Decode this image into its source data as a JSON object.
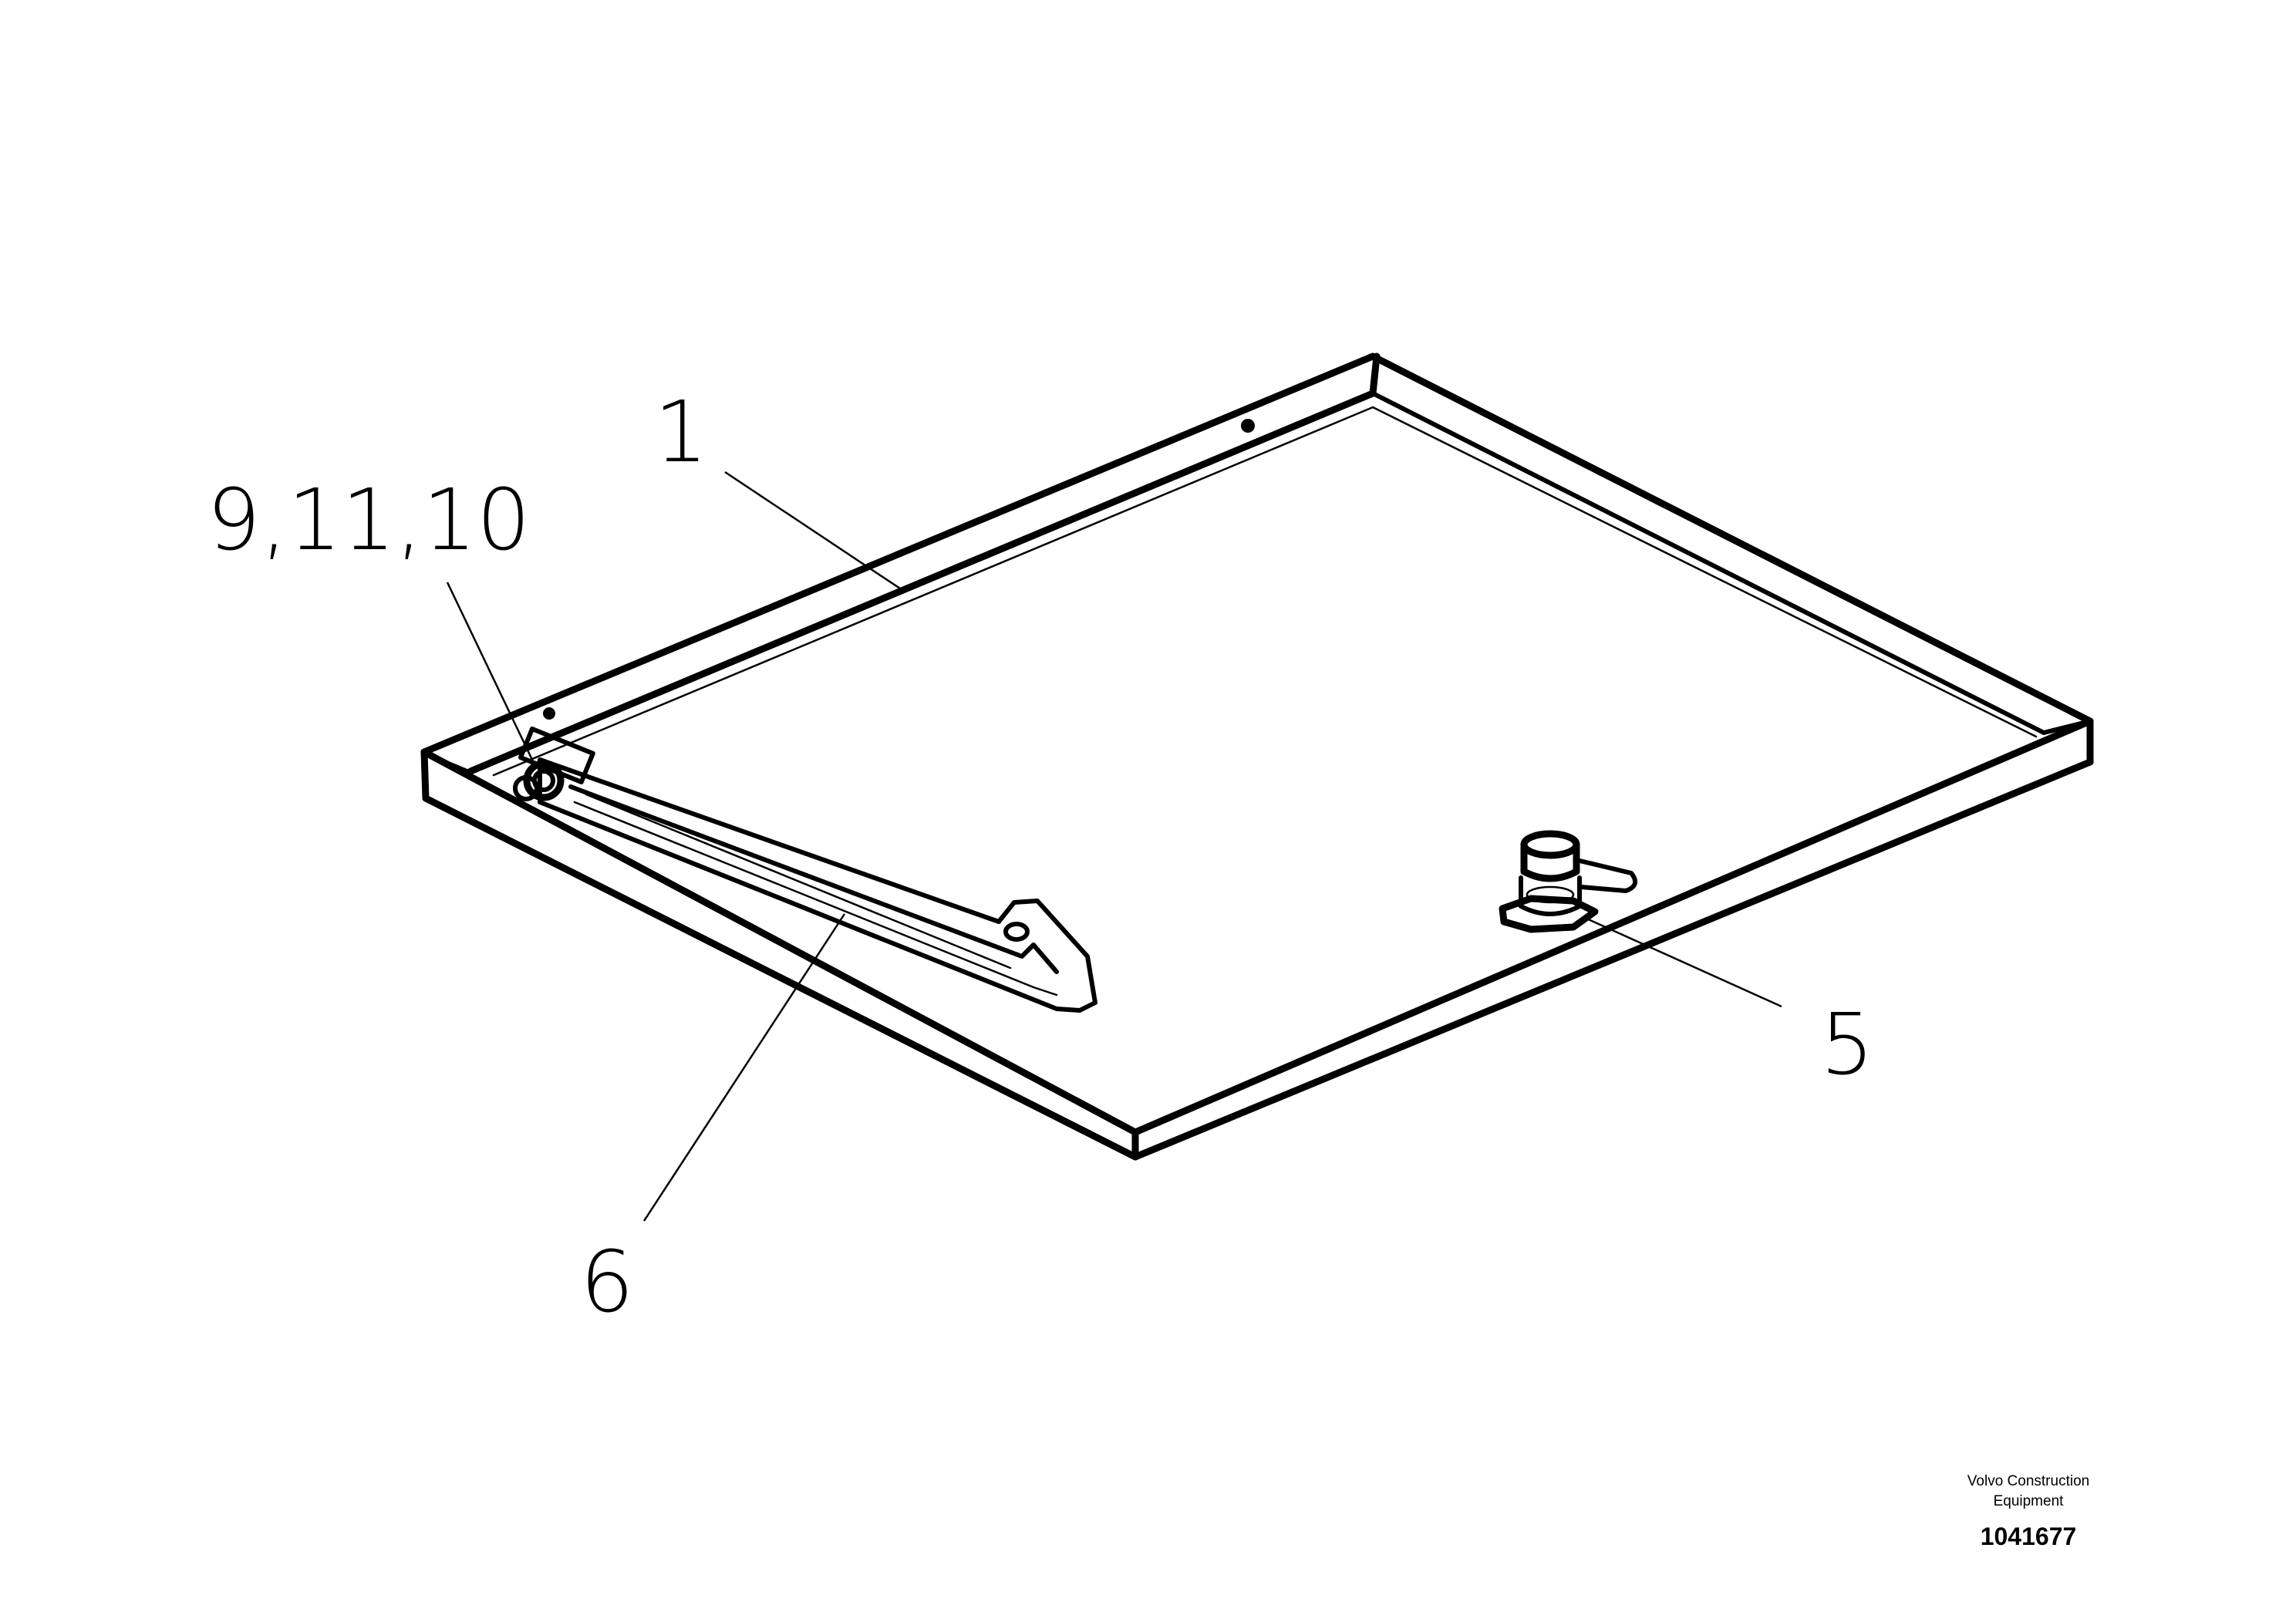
{
  "callouts": {
    "c1": "1",
    "c9_11_10": "9,11,10",
    "c5": "5",
    "c6": "6"
  },
  "footer": {
    "company_line1": "Volvo Construction",
    "company_line2": "Equipment",
    "drawing_number": "1041677"
  }
}
